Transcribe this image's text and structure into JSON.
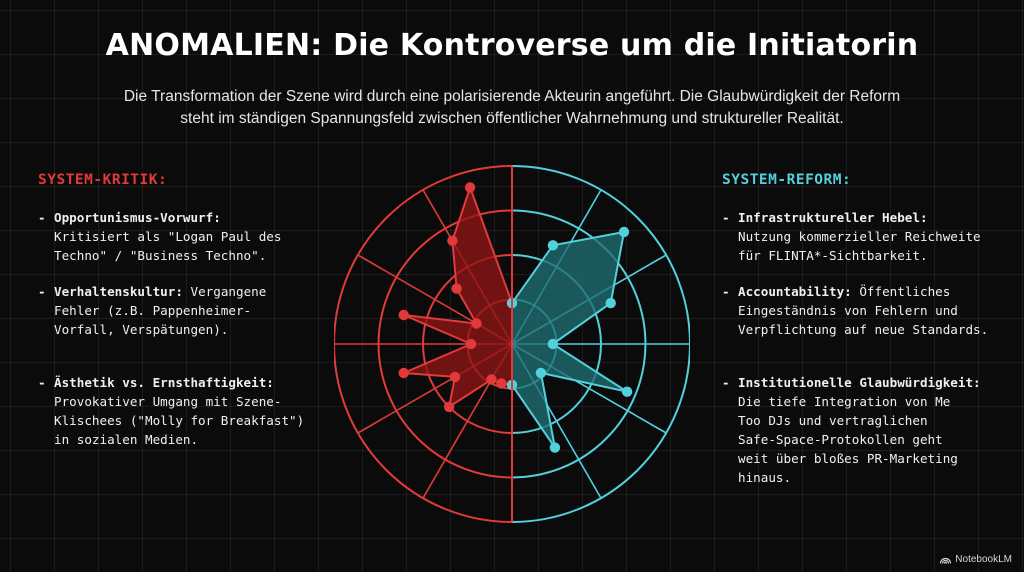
{
  "title": "ANOMALIEN: Die Kontroverse um die Initiatorin",
  "subtitle_line1": "Die Transformation der Szene wird durch eine polarisierende Akteurin angeführt. Die Glaubwürdigkeit der Reform",
  "subtitle_line2": "steht im ständigen Spannungsfeld zwischen öffentlicher Wahrnehmung und struktureller Realität.",
  "left": {
    "heading": "SYSTEM-KRITIK:",
    "items": [
      {
        "term": "Opportunismus-Vorwurf:",
        "lines": [
          "Kritisiert als \"Logan Paul des",
          "Techno\" / \"Business Techno\"."
        ]
      },
      {
        "term": "Verhaltenskultur:",
        "inline": "Vergangene",
        "lines": [
          "Fehler (z.B. Pappenheimer-",
          "Vorfall, Verspätungen)."
        ]
      },
      {
        "term": "Ästhetik vs. Ernsthaftigkeit:",
        "lines": [
          "Provokativer Umgang mit Szene-",
          "Klischees (\"Molly for Breakfast\")",
          "in sozialen Medien."
        ]
      }
    ]
  },
  "right": {
    "heading": "SYSTEM-REFORM:",
    "items": [
      {
        "term": "Infrastruktureller Hebel:",
        "lines": [
          "Nutzung kommerzieller Reichweite",
          "für FLINTA*-Sichtbarkeit."
        ]
      },
      {
        "term": "Accountability:",
        "inline": "Öffentliches",
        "lines": [
          "Eingeständnis von Fehlern und",
          "Verpflichtung auf neue Standards."
        ]
      },
      {
        "term": "Institutionelle Glaubwürdigkeit:",
        "lines": [
          "Die tiefe Integration von Me",
          "Too DJs und vertraglichen",
          "Safe-Space-Protokollen geht",
          "weit über bloßes PR-Marketing",
          "hinaus."
        ]
      }
    ]
  },
  "brand": "NotebookLM",
  "colors": {
    "critique": "#e23a3a",
    "critique_fill": "#8f1616",
    "reform": "#52d1dc",
    "reform_fill": "#1f6e72",
    "background": "#0b0b0b"
  },
  "radar": {
    "rings": 4,
    "spokes": 12,
    "critique_values": [
      0.23,
      0.91,
      0.67,
      0.44,
      0.23,
      0.63,
      0.23,
      0.63,
      0.37,
      0.5,
      0.23,
      0.23,
      0.23
    ],
    "reform_values": [
      0.23,
      0.6,
      0.89,
      0.6,
      0.23,
      0.7,
      0.23,
      0.63,
      0.23
    ]
  }
}
